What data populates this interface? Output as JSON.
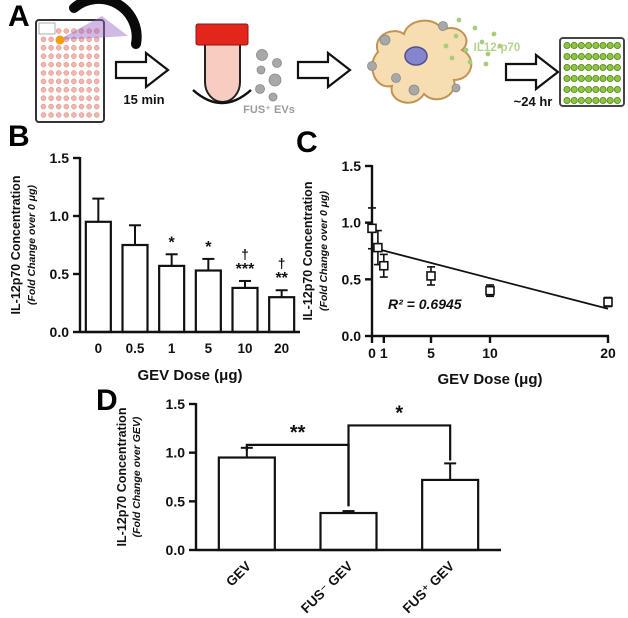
{
  "panels": {
    "a": {
      "label": "A",
      "sonication_time": "15 min",
      "evs_label": "FUS⁺ EVs",
      "cytokine_label": "IL12-p70",
      "incubation_time": "~24 hr"
    },
    "b": {
      "label": "B"
    },
    "c": {
      "label": "C"
    },
    "d": {
      "label": "D"
    }
  },
  "chart_data": [
    {
      "id": "b",
      "type": "bar",
      "title": "",
      "categories": [
        "0",
        "0.5",
        "1",
        "5",
        "10",
        "20"
      ],
      "values": [
        0.95,
        0.75,
        0.57,
        0.53,
        0.38,
        0.3
      ],
      "errors": [
        0.2,
        0.17,
        0.1,
        0.1,
        0.06,
        0.06
      ],
      "annotations": [
        [],
        [],
        [
          "*"
        ],
        [
          "*"
        ],
        [
          "***",
          "†"
        ],
        [
          "**",
          "†"
        ]
      ],
      "ylabel": "IL-12p70 Concentration",
      "ylabel_sub": "(Fold Change over 0 μg)",
      "xlabel": "GEV Dose (μg)",
      "ylim": [
        0,
        1.5
      ],
      "yticks": [
        "0.0",
        "0.5",
        "1.0",
        "1.5"
      ]
    },
    {
      "id": "c",
      "type": "scatter",
      "x": [
        0,
        0.5,
        1,
        5,
        10,
        20
      ],
      "y": [
        0.95,
        0.78,
        0.62,
        0.53,
        0.4,
        0.3
      ],
      "errors": [
        0.18,
        0.15,
        0.1,
        0.08,
        0.05,
        0.04
      ],
      "fit_line": {
        "x": [
          0,
          20
        ],
        "y": [
          0.78,
          0.24
        ]
      },
      "annotation": "R² = 0.6945",
      "ylabel": "IL-12p70 Concentration",
      "ylabel_sub": "(Fold Change over 0 μg)",
      "xlabel": "GEV Dose (μg)",
      "xlim": [
        0,
        20
      ],
      "xticks": [
        "0",
        "1",
        "5",
        "10",
        "20"
      ],
      "ylim": [
        0,
        1.5
      ],
      "yticks": [
        "0.0",
        "0.5",
        "1.0",
        "1.5"
      ]
    },
    {
      "id": "d",
      "type": "bar",
      "title": "",
      "categories": [
        "GEV",
        "FUS⁻ GEV",
        "FUS⁺ GEV"
      ],
      "values": [
        0.95,
        0.38,
        0.72
      ],
      "errors": [
        0.1,
        0.02,
        0.17
      ],
      "annotations": [
        [],
        [],
        []
      ],
      "sig_brackets": [
        {
          "from": 0,
          "to": 1,
          "level": 1.08,
          "left_drop": 1.02,
          "right_drop": 0.45,
          "label": "**"
        },
        {
          "from": 1,
          "to": 2,
          "level": 1.28,
          "left_drop": 0.45,
          "right_drop": 0.92,
          "label": "*"
        }
      ],
      "ylabel": "IL-12p70 Concentration",
      "ylabel_sub": "(Fold Change over GEV)",
      "xlabel": "",
      "ylim": [
        0,
        1.5
      ],
      "yticks": [
        "0.0",
        "0.5",
        "1.0",
        "1.5"
      ]
    }
  ]
}
